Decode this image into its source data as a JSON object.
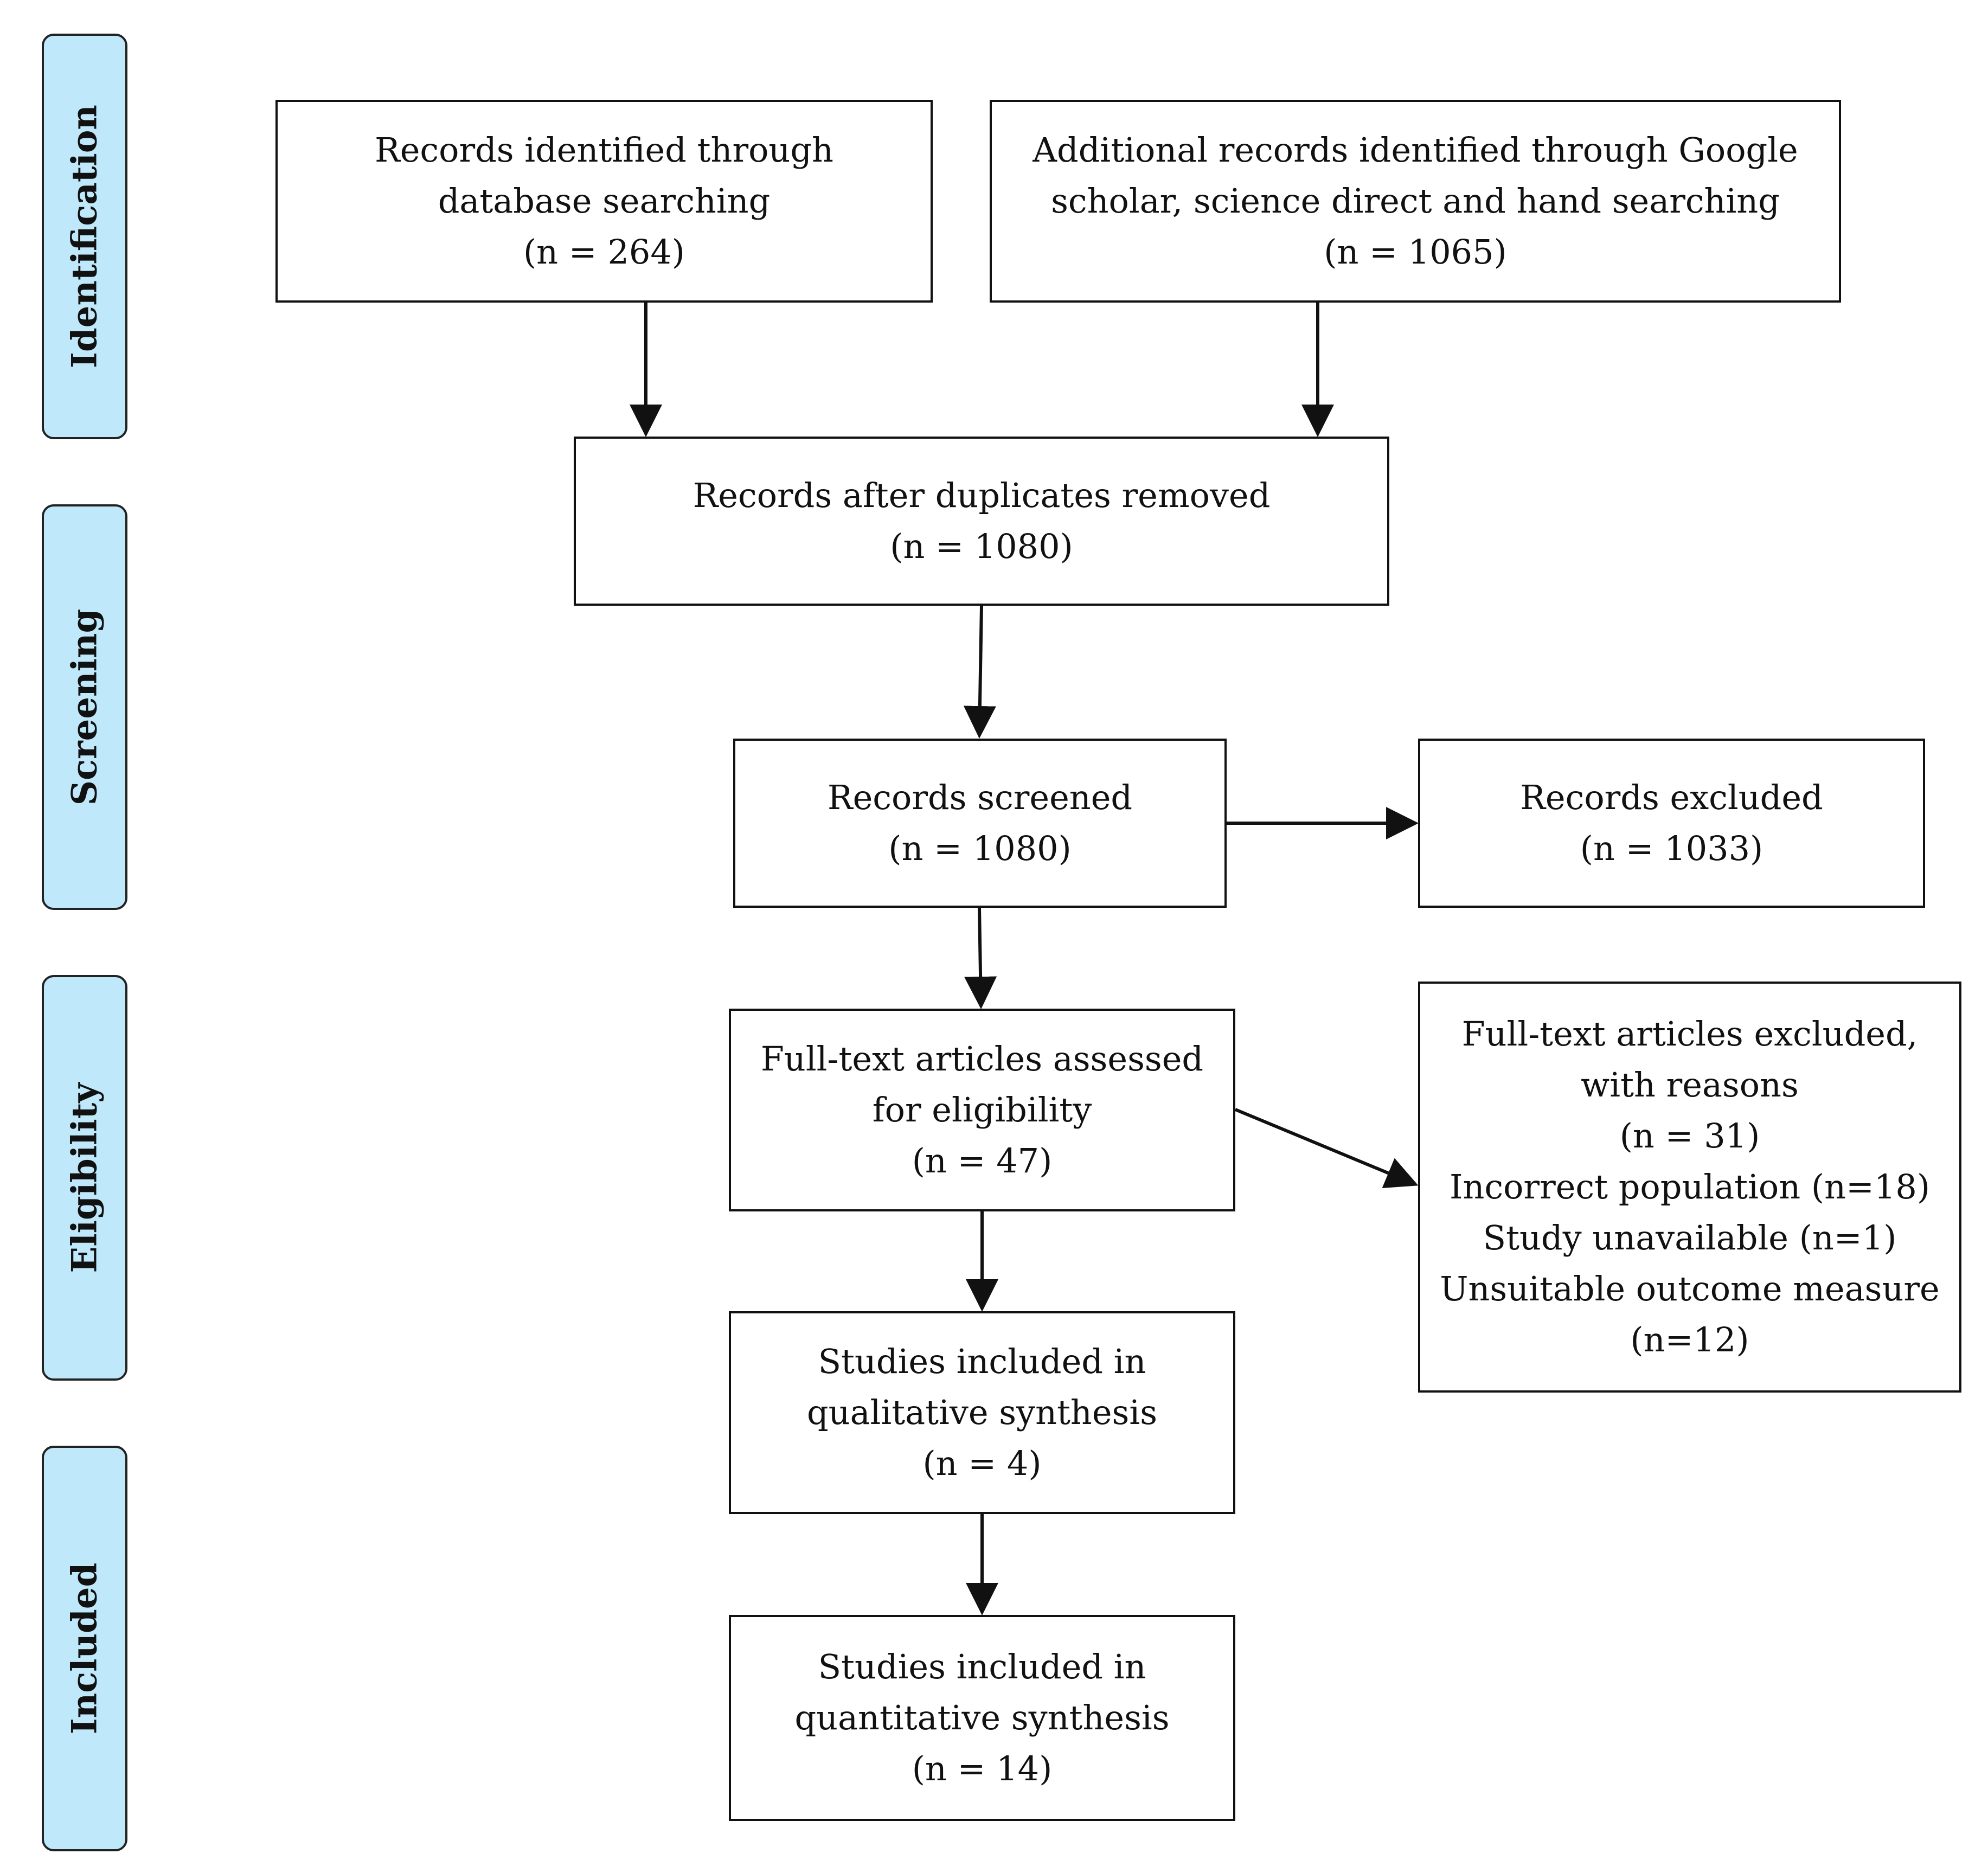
{
  "colors": {
    "stage_tab_fill": "#bfe9fb",
    "line": "#111111"
  },
  "stages": [
    {
      "label": "Identification"
    },
    {
      "label": "Screening"
    },
    {
      "label": "Eligibility"
    },
    {
      "label": "Included"
    }
  ],
  "boxes": {
    "database_records": {
      "lines": [
        "Records identified through",
        "database searching",
        "(n = 264)"
      ]
    },
    "additional_records": {
      "lines": [
        "Additional records identified through Google",
        "scholar, science direct and hand searching",
        "(n = 1065)"
      ]
    },
    "after_duplicates": {
      "lines": [
        "Records after duplicates removed",
        "(n = 1080)"
      ]
    },
    "screened": {
      "lines": [
        "Records screened",
        "(n = 1080)"
      ]
    },
    "excluded": {
      "lines": [
        "Records excluded",
        "(n = 1033)"
      ]
    },
    "fulltext_assessed": {
      "lines": [
        "Full-text articles assessed",
        "for eligibility",
        "(n = 47)"
      ]
    },
    "fulltext_excluded": {
      "lines": [
        "Full-text articles excluded,",
        "with reasons",
        "(n = 31)",
        "Incorrect population (n=18)",
        "Study unavailable (n=1)",
        "Unsuitable outcome measure",
        "(n=12)"
      ]
    },
    "qualitative": {
      "lines": [
        "Studies included in",
        "qualitative synthesis",
        "(n = 4)"
      ]
    },
    "quantitative": {
      "lines": [
        "Studies included in",
        "quantitative synthesis",
        "(n = 14)"
      ]
    }
  }
}
